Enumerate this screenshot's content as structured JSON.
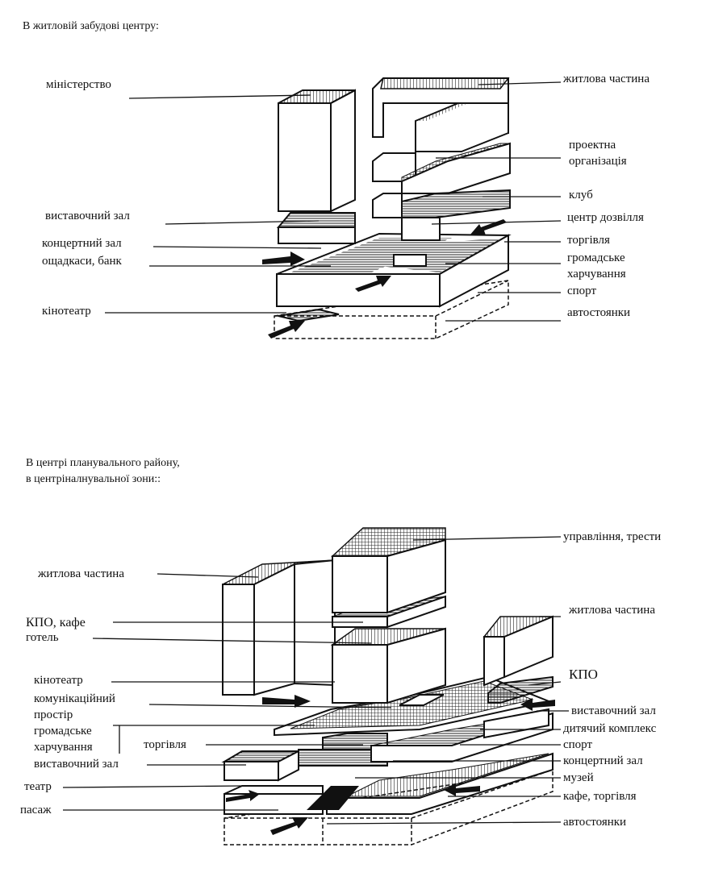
{
  "diagram1": {
    "heading": "В житловій забудові центру:",
    "labels_left": [
      "міністерство",
      "виставочний зал",
      "концертний зал",
      "ощадкаси, банк",
      "кінотеатр"
    ],
    "labels_right": [
      "житлова частина",
      "проектна",
      "організація",
      "клуб",
      "центр дозвілля",
      "торгівля",
      "громадське",
      "харчування",
      "спорт",
      "автостоянки"
    ]
  },
  "diagram2": {
    "heading_line1": "В центрі планувального району,",
    "heading_line2": "в центріналнувальної зони::",
    "labels_left": [
      "житлова частина",
      "КПО, кафе",
      "готель",
      "кінотеатр",
      "комунікаційний",
      "простір",
      "громадське",
      "харчування",
      "торгівля",
      "виставочний зал",
      "театр",
      "пасаж"
    ],
    "labels_right": [
      "управління, трести",
      "житлова частина",
      "КПО",
      "виставочний зал",
      "дитячий комплекс",
      "спорт",
      "концертний зал",
      "музей",
      "кафе, торгівля",
      "автостоянки"
    ]
  }
}
